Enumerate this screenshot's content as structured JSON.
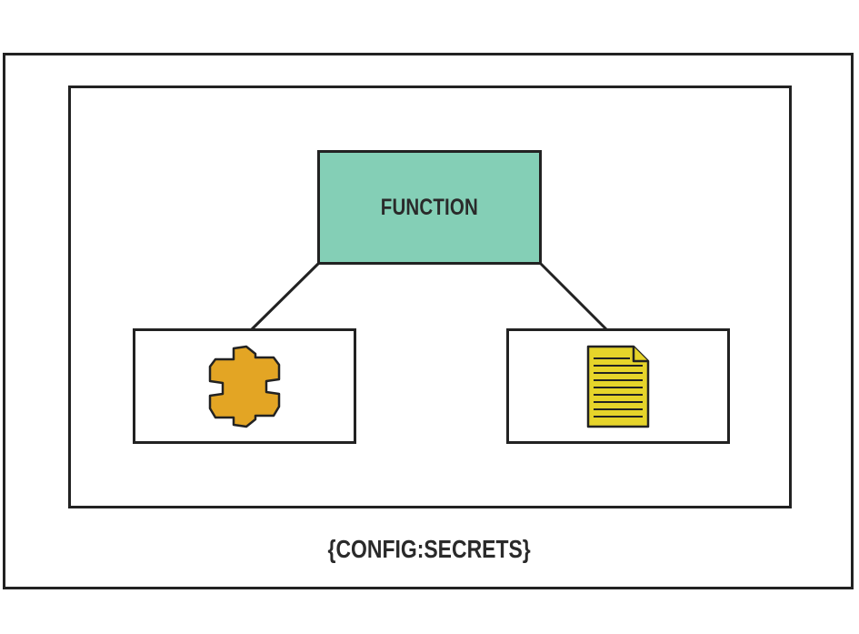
{
  "diagram": {
    "function_label": "FUNCTION",
    "bottom_label": "{CONFIG:SECRETS}",
    "nodes": [
      {
        "label": "FUNCTION",
        "color": "#84cfb6"
      },
      {
        "icon": "puzzle-piece-icon",
        "color": "#e3a524"
      },
      {
        "icon": "document-icon",
        "color": "#e6d42a"
      }
    ],
    "edges": [
      {
        "from": "FUNCTION",
        "to": "puzzle-piece-icon"
      },
      {
        "from": "FUNCTION",
        "to": "document-icon"
      }
    ]
  }
}
